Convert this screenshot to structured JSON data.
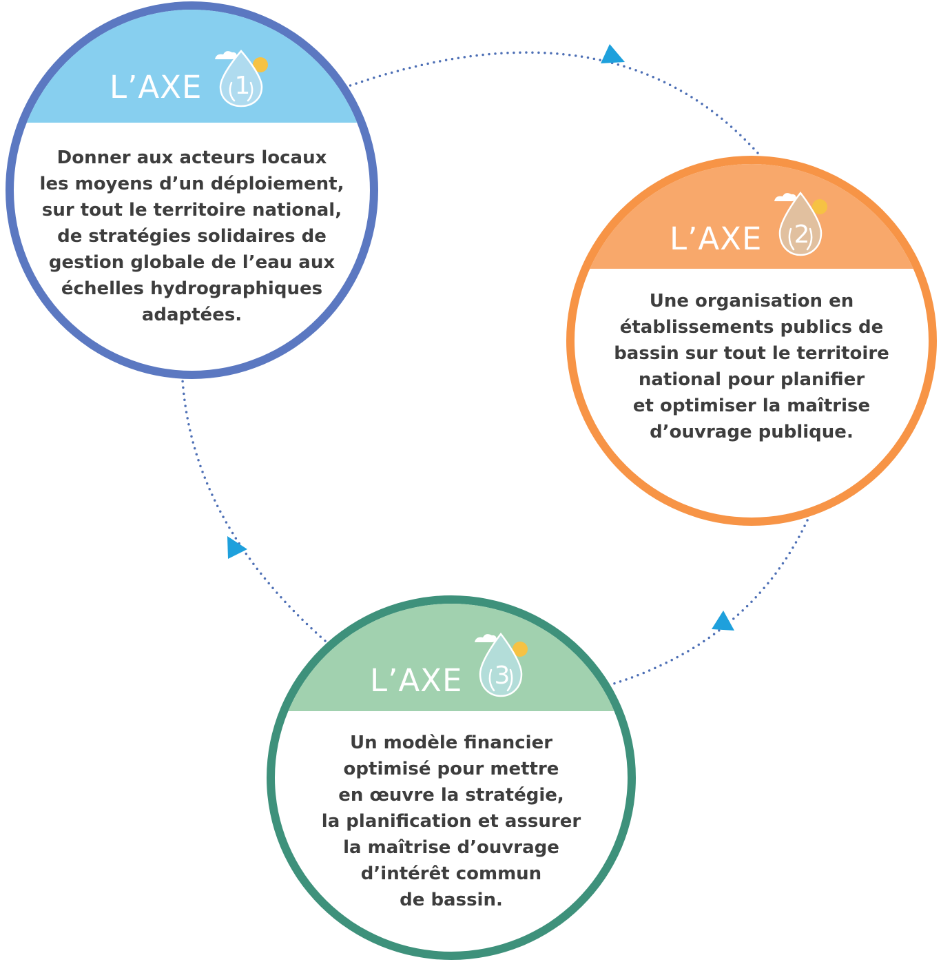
{
  "colors": {
    "axe1_border": "#5b78c1",
    "axe1_header": "#87cfef",
    "axe2_border": "#f79446",
    "axe2_header": "#f8a86b",
    "axe3_border": "#3e917b",
    "axe3_header": "#a1d1af",
    "connector_dots": "#4d6fb5",
    "arrow": "#1ea0dc",
    "body_text": "#3d3d3d"
  },
  "axes": [
    {
      "title": "L’AXE",
      "number": "1",
      "text_lines": [
        "Donner aux acteurs locaux",
        "les moyens d’un déploiement,",
        "sur tout le territoire national,",
        "de stratégies solidaires de",
        "gestion globale de l’eau aux",
        "échelles hydrographiques",
        "adaptées."
      ]
    },
    {
      "title": "L’AXE",
      "number": "2",
      "text_lines": [
        "Une organisation en",
        "établissements publics de",
        "bassin sur tout le territoire",
        "national pour planifier",
        "et optimiser la maîtrise",
        "d’ouvrage publique."
      ]
    },
    {
      "title": "L’AXE",
      "number": "3",
      "text_lines": [
        "Un modèle financier",
        "optimisé pour mettre",
        "en œuvre la stratégie,",
        "la planification et assurer",
        "la maîtrise d’ouvrage",
        "d’intérêt commun",
        "de bassin."
      ]
    }
  ],
  "icons": [
    "drop-icon",
    "cloud-icon",
    "sun-icon",
    "arrow-icon"
  ]
}
